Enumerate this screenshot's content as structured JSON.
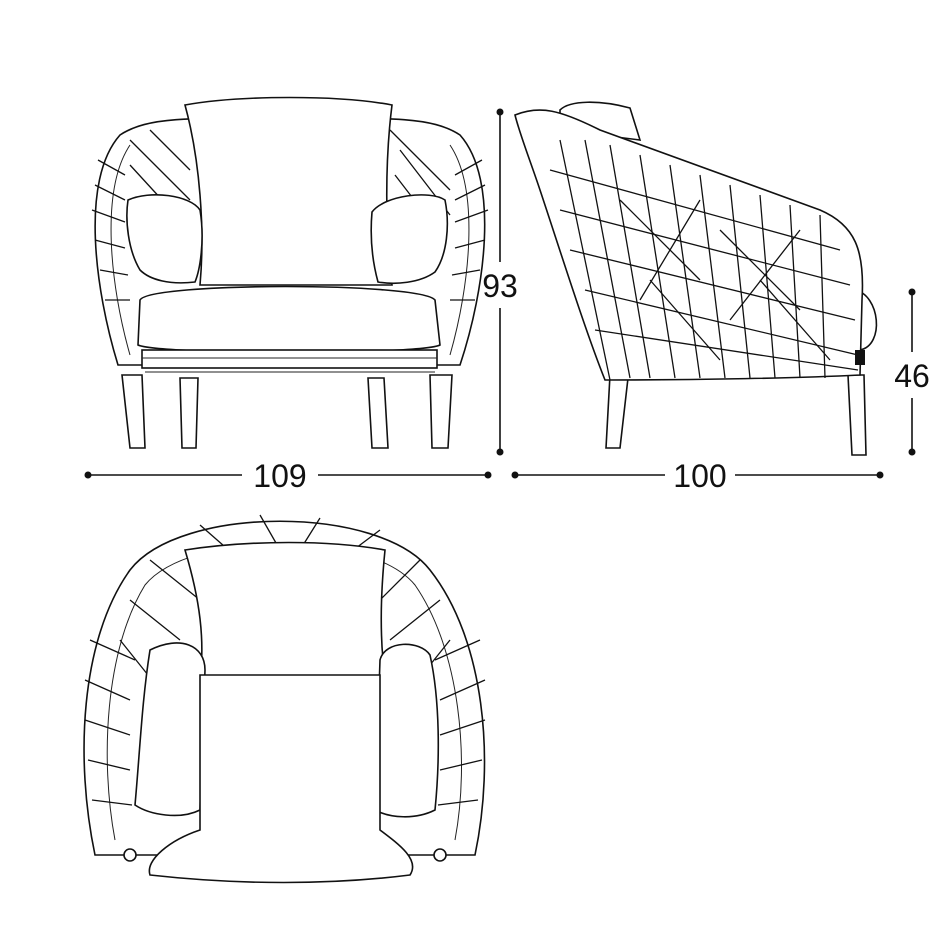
{
  "drawing": {
    "subject": "armchair",
    "views": [
      "front",
      "side",
      "top"
    ],
    "dimensions": {
      "front_width": "109",
      "height": "93",
      "side_depth": "100",
      "seat_height": "46"
    },
    "line_color": "#111111",
    "background_color": "#ffffff"
  }
}
